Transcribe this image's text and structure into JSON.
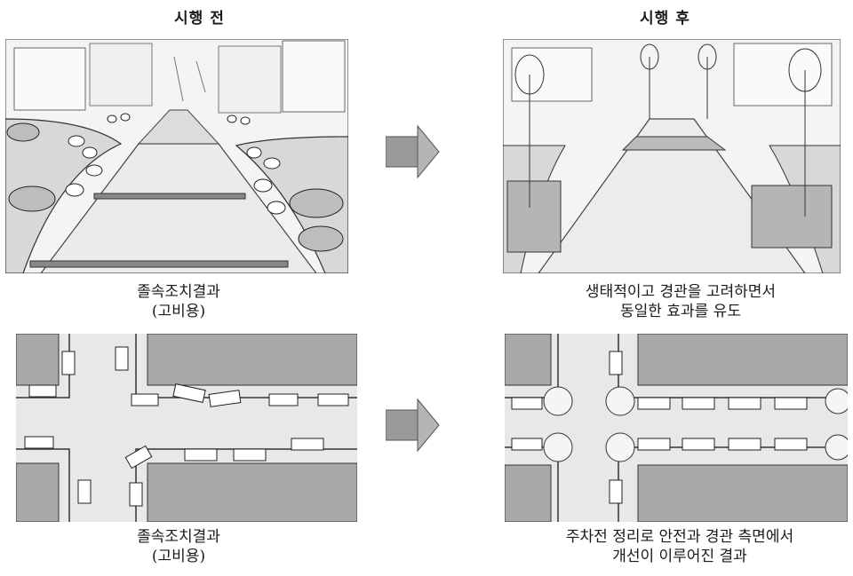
{
  "headers": {
    "before": "시행 전",
    "after": "시행 후"
  },
  "captions": {
    "top_left": "졸속조치결과\n(고비용)",
    "top_right": "생태적이고 경관을 고려하면서\n동일한 효과를 유도",
    "bottom_left": "졸속조치결과\n(고비용)",
    "bottom_right": "주차전 정리로 안전과 경관 측면에서\n개선이 이루어진 결과"
  },
  "icons": {
    "top_arrow": "right-arrow-icon",
    "bottom_arrow": "right-arrow-icon"
  },
  "colors": {
    "ink": "#1a1a1a",
    "block_gray": "#a9a9a9",
    "road_gray": "#e6e6e6",
    "arrow_gray": "#9a9a9a"
  }
}
